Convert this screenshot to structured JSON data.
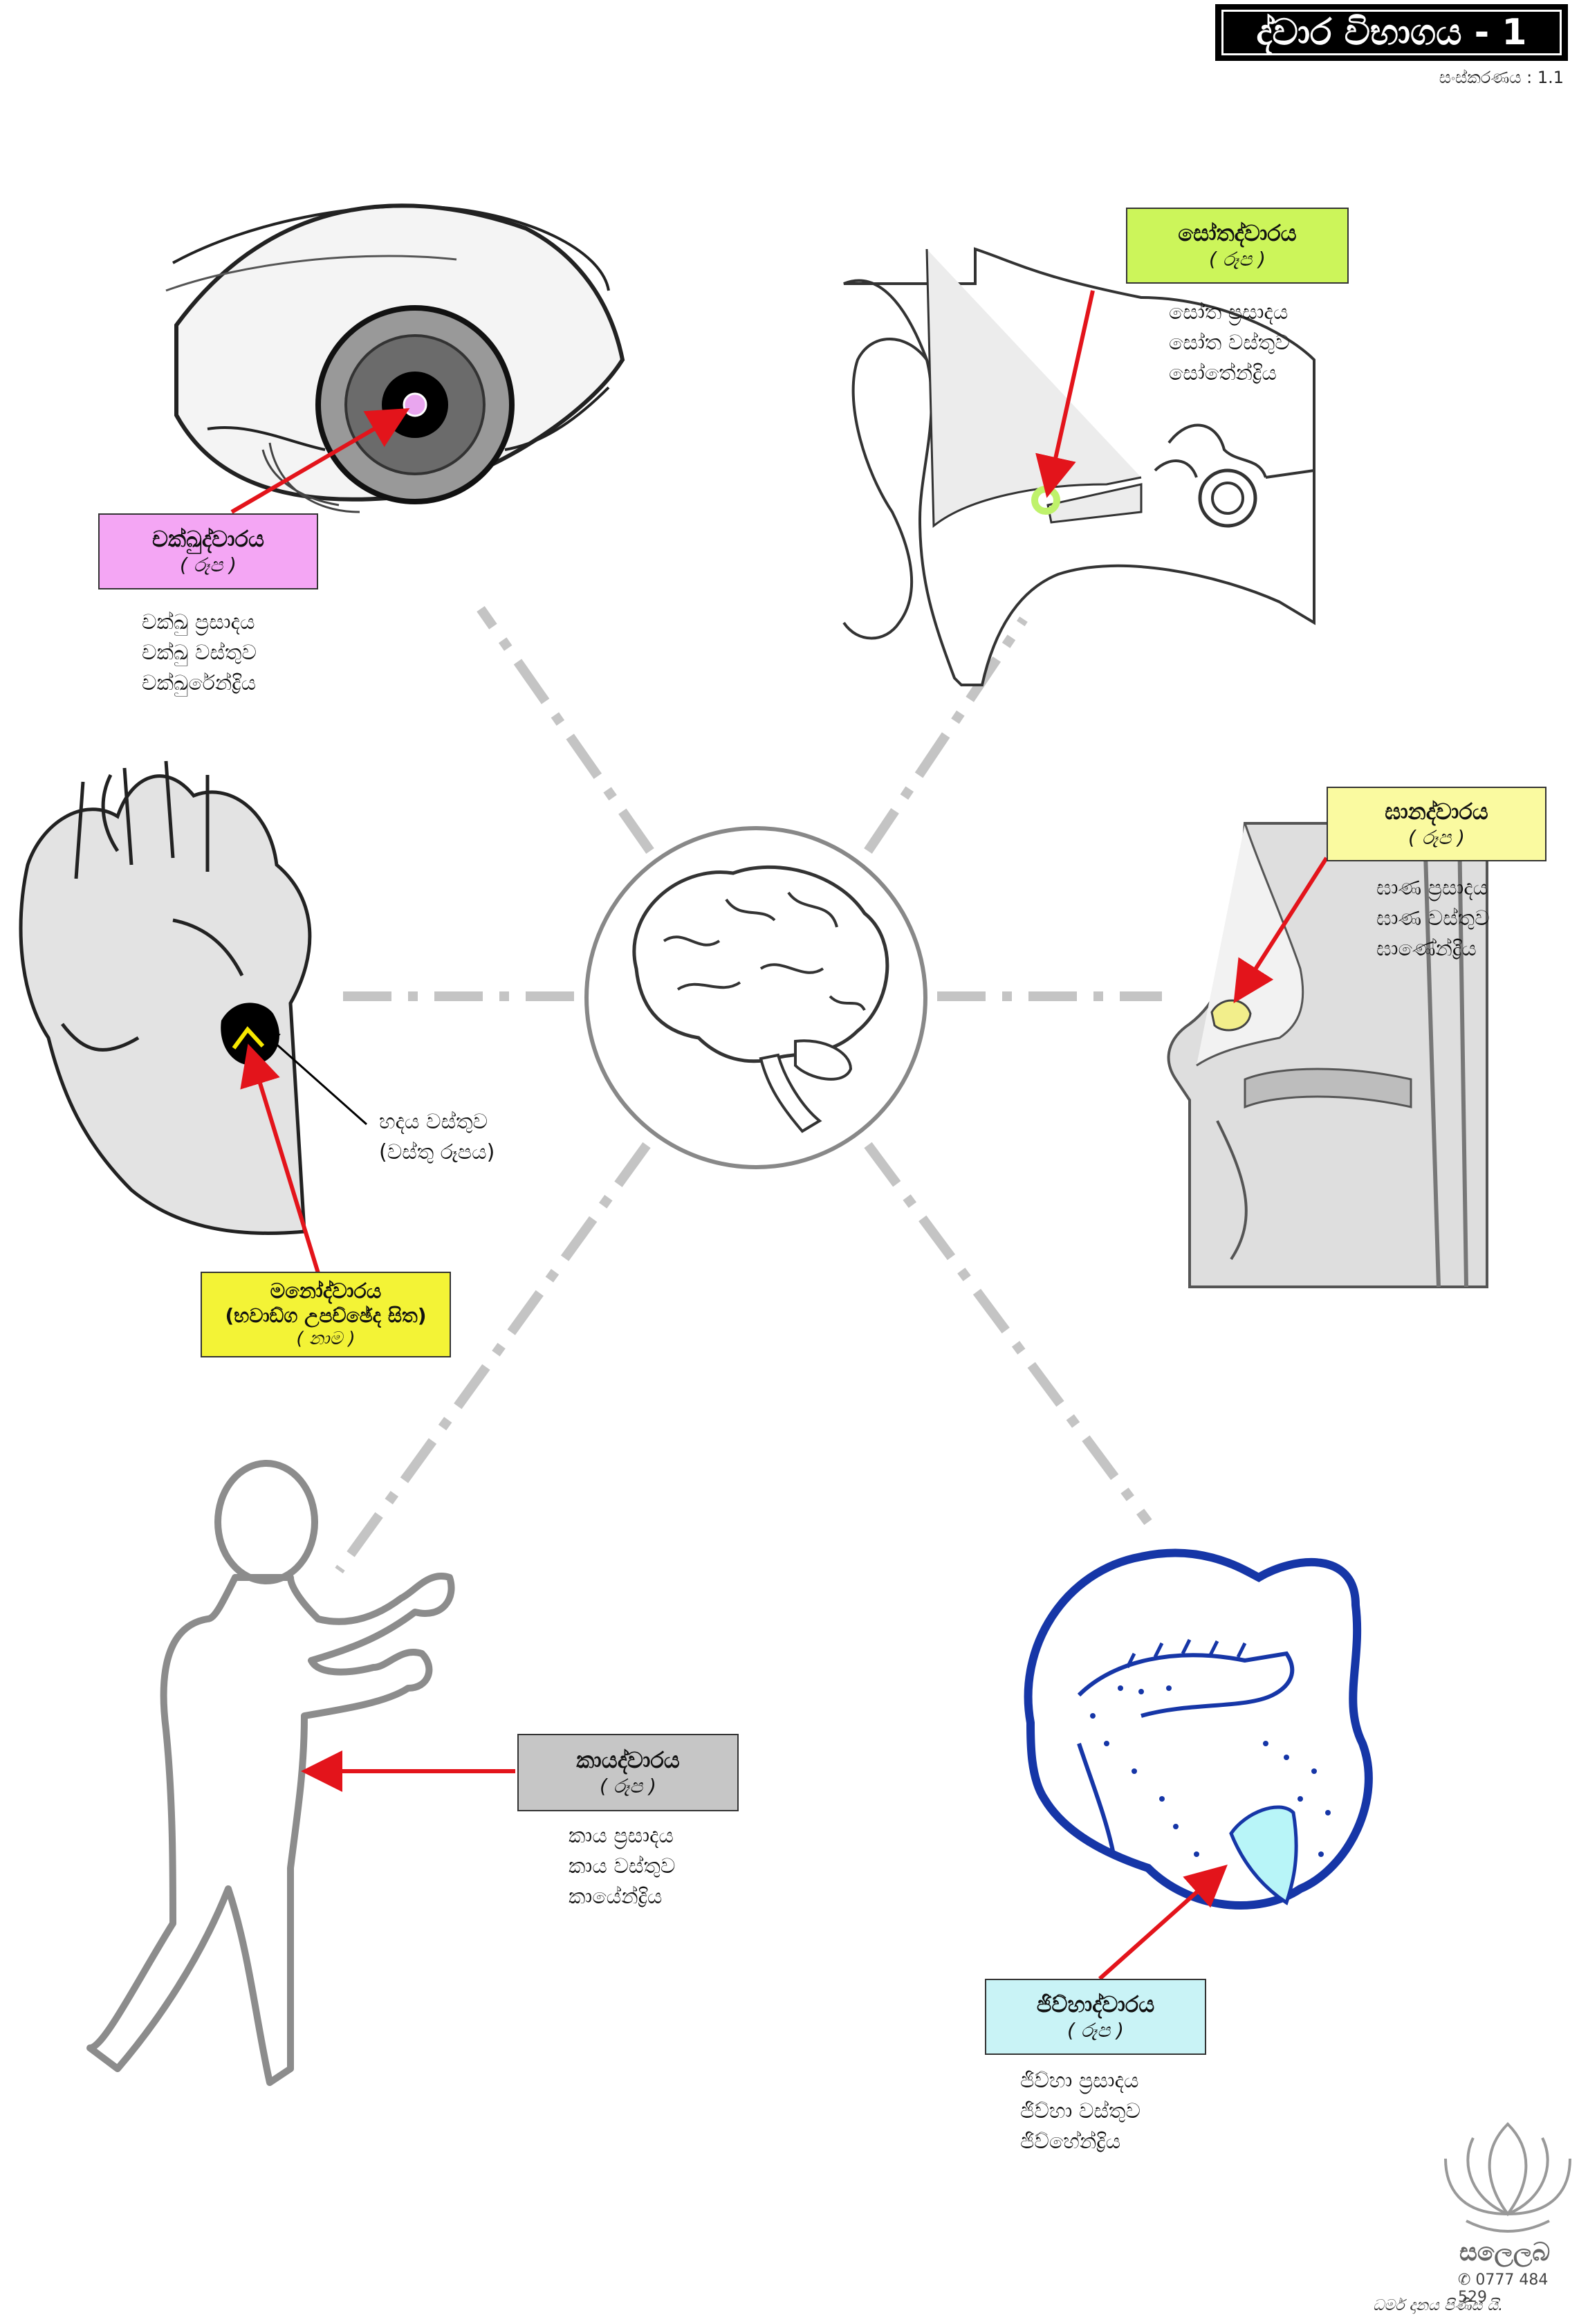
{
  "header": {
    "title": "ද්වාර විභාගය - 1",
    "version": "සංස්කරණය : 1.1"
  },
  "doors": {
    "eye": {
      "title": "චක්ඛුද්වාරය",
      "sub": "( රූප )",
      "items": [
        "චක්ඛු ප්‍රසාදය",
        "චක්ඛු වස්තුව",
        "චක්ඛුරේන්ද්‍රිය"
      ],
      "color": "#f4a6f4"
    },
    "ear": {
      "title": "සෝතද්වාරය",
      "sub": "( රූප )",
      "items": [
        "සෝත ප්‍රසාදය",
        "සෝත වස්තුව",
        "සෝතේන්ද්‍රිය"
      ],
      "color": "#ccf55a"
    },
    "nose": {
      "title": "ඝානද්වාරය",
      "sub": "( රූප )",
      "items": [
        "ඝාණ ප්‍රසාදය",
        "ඝාණ වස්තුව",
        "ඝාණේන්ද්‍රිය"
      ],
      "color": "#fafaa0"
    },
    "mind": {
      "title": "මනෝද්වාරය",
      "title2": "(භවාඞ්ග උපච්ඡේද සිත)",
      "sub": "( නාම )",
      "color": "#f3f336"
    },
    "body": {
      "title": "කායද්වාරය",
      "sub": "( රූප )",
      "items": [
        "කාය ප්‍රසාදය",
        "කාය වස්තුව",
        "කායේන්ද්‍රිය"
      ],
      "color": "#c6c6c6"
    },
    "tongue": {
      "title": "ජිව්හාද්වාරය",
      "sub": "( රූප )",
      "items": [
        "ජිව්හා ප්‍රසාදය",
        "ජිව්හා වස්තුව",
        "ජිව්හේන්ද්‍රිය"
      ],
      "color": "#c9f3f6"
    }
  },
  "heart_base": {
    "line1": "හදය  වස්තුව",
    "line2": "(වස්තු රූපය)"
  },
  "logo": {
    "name": "සලෙලබ",
    "phone": "✆ 0777 484 529"
  },
  "footer": "ධර්ම දානය පිණිස යි."
}
